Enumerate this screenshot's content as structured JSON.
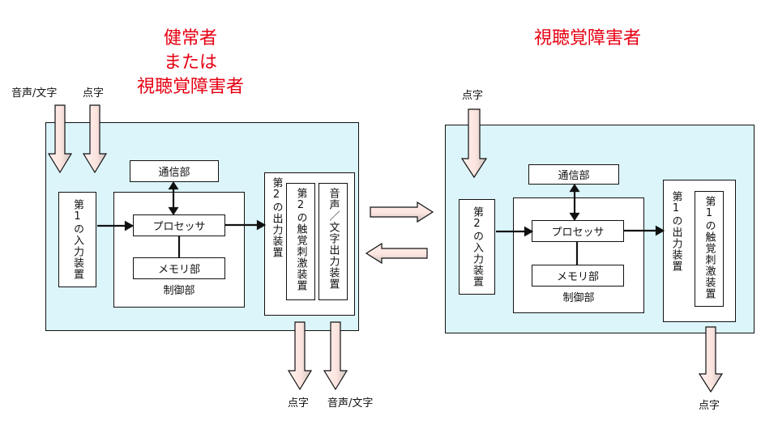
{
  "left_title": [
    "健常者",
    "または",
    "視聴覚障害者"
  ],
  "right_title": "視聴覚障害者",
  "left": {
    "input_labels": [
      "音声/文字",
      "点字"
    ],
    "comm": "通信部",
    "input_device": "第1の入力装置",
    "processor": "プロセッサ",
    "memory": "メモリ部",
    "control": "制御部",
    "output_device": "第2の出力装置",
    "tactile": "第2の触覚刺激装置",
    "voice_text_out": "音声／文字出力装置",
    "output_labels": [
      "点字",
      "音声/文字"
    ]
  },
  "right": {
    "input_label": "点字",
    "comm": "通信部",
    "input_device": "第2の入力装置",
    "processor": "プロセッサ",
    "memory": "メモリ部",
    "control": "制御部",
    "output_device": "第1の出力装置",
    "tactile": "第1の触覚刺激装置",
    "output_label": "点字"
  },
  "colors": {
    "title": "#e60012",
    "panel": "#dcf5fb",
    "arrow_fill": "#fff1ee"
  }
}
